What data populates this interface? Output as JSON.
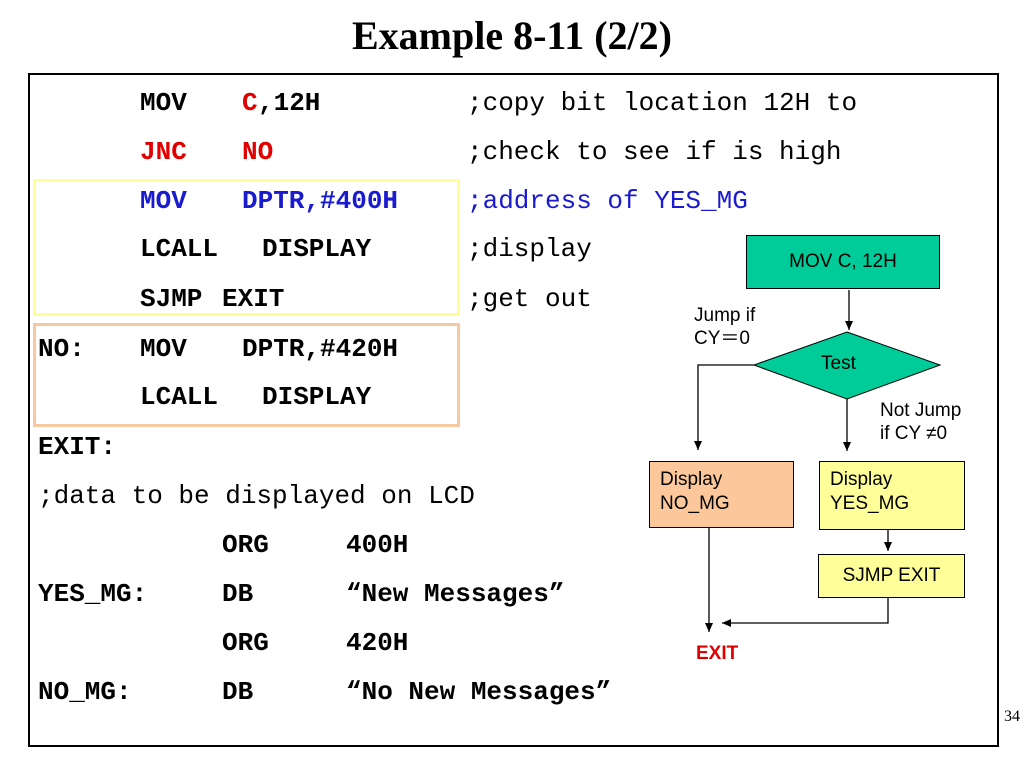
{
  "title": "Example 8-11 (2/2)",
  "code": {
    "line1": {
      "op": "MOV",
      "arg_red": "C",
      "arg_rest": ",12H",
      "comment": ";copy bit location 12H to"
    },
    "line2": {
      "op": "JNC",
      "arg": "NO",
      "comment": ";check to see if is high"
    },
    "line3": {
      "op": "MOV",
      "arg": "DPTR,#400H",
      "comment": ";address of YES_MG"
    },
    "line4": {
      "op": "LCALL",
      "arg": "DISPLAY",
      "comment": ";display"
    },
    "line5": {
      "op": "SJMP",
      "arg": "EXIT",
      "comment": ";get out"
    },
    "line6": {
      "label": "NO:",
      "op": "MOV",
      "arg": "DPTR,#420H"
    },
    "line7": {
      "op": "LCALL",
      "arg": "DISPLAY"
    },
    "line8": {
      "label": "EXIT:"
    },
    "line9": {
      "comment": ";data to be displayed on LCD"
    },
    "line10": {
      "op": "ORG",
      "arg": "400H"
    },
    "line11": {
      "label": "YES_MG:",
      "op": "DB",
      "arg": "“New Messages”"
    },
    "line12": {
      "op": "ORG",
      "arg": "420H"
    },
    "line13": {
      "label": "NO_MG:",
      "op": "DB",
      "arg": "“No New Messages”"
    }
  },
  "flowchart": {
    "start_box": "MOV C, 12H",
    "decision": "Test",
    "jump_label": "Jump if\nCY＝0",
    "not_jump_label": "Not Jump\nif CY ≠0",
    "no_box": "Display\nNO_MG",
    "yes_box": "Display\nYES_MG",
    "sjmp_box": "SJMP EXIT",
    "exit_label": "EXIT",
    "colors": {
      "start": "#00cc99",
      "decision": "#00cc99",
      "no_box": "#fcc89b",
      "yes_box": "#ffff99",
      "sjmp_box": "#ffff99",
      "exit": "#e00000"
    }
  },
  "page_number": "34"
}
